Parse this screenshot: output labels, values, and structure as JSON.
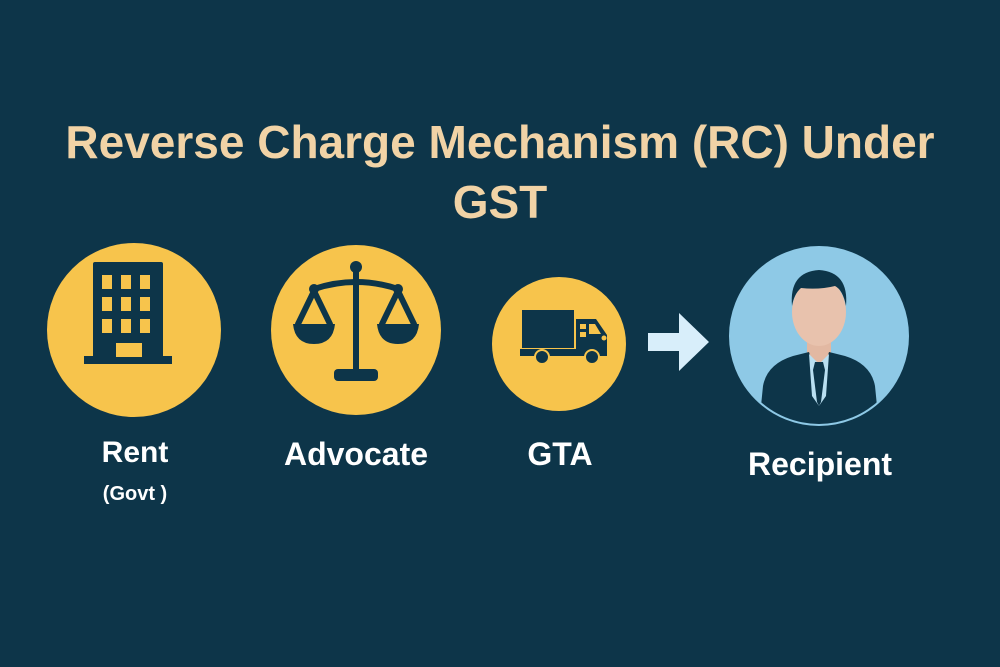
{
  "title": {
    "line1": "Reverse Charge Mechanism (RC) Under",
    "line2": "GST"
  },
  "colors": {
    "background": "#0d3549",
    "title": "#f1d3a6",
    "icon_circle": "#f7c44c",
    "recipient_circle": "#8ec9e6",
    "arrow": "#d8eefa",
    "label": "#ffffff"
  },
  "items": [
    {
      "label": "Rent",
      "sublabel": "(Govt )",
      "icon": "building-icon"
    },
    {
      "label": "Advocate",
      "icon": "scales-of-justice-icon"
    },
    {
      "label": "GTA",
      "icon": "truck-icon"
    }
  ],
  "arrow": {
    "icon": "arrow-right-icon"
  },
  "recipient": {
    "label": "Recipient",
    "icon": "businessman-avatar-icon"
  }
}
